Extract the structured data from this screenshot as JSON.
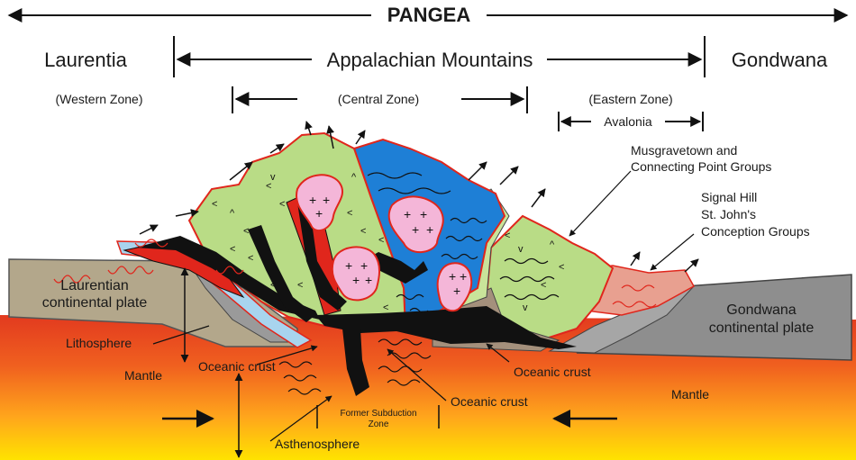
{
  "title": "PANGEA",
  "regions": {
    "left": "Laurentia",
    "center": "Appalachian Mountains",
    "right": "Gondwana"
  },
  "zones": {
    "western": "(Western Zone)",
    "central": "(Central Zone)",
    "eastern": "(Eastern Zone)",
    "avalonia": "Avalonia"
  },
  "labels": {
    "musgravetown_1": "Musgravetown and",
    "musgravetown_2": "Connecting Point Groups",
    "signal_1": "Signal Hill",
    "signal_2": "St. John's",
    "signal_3": "Conception Groups",
    "laurentian_1": "Laurentian",
    "laurentian_2": "continental plate",
    "gondwana_1": "Gondwana",
    "gondwana_2": "continental plate",
    "lithosphere": "Lithosphere",
    "mantle_left": "Mantle",
    "mantle_right": "Mantle",
    "oceanic_left": "Oceanic crust",
    "oceanic_center": "Oceanic crust",
    "oceanic_right": "Oceanic crust",
    "subduction_1": "Former Subduction",
    "subduction_2": "Zone",
    "asthenosphere": "Asthenosphere"
  },
  "colors": {
    "green": "#b9dc86",
    "blue": "#1e7fd6",
    "light_blue": "#9fd0ee",
    "pink": "#f4b6d8",
    "red": "#e0261c",
    "tan": "#b0a58a",
    "gray": "#8c8c8c",
    "mantle_top": "#e8401e",
    "mantle_bottom": "#ffd400"
  }
}
